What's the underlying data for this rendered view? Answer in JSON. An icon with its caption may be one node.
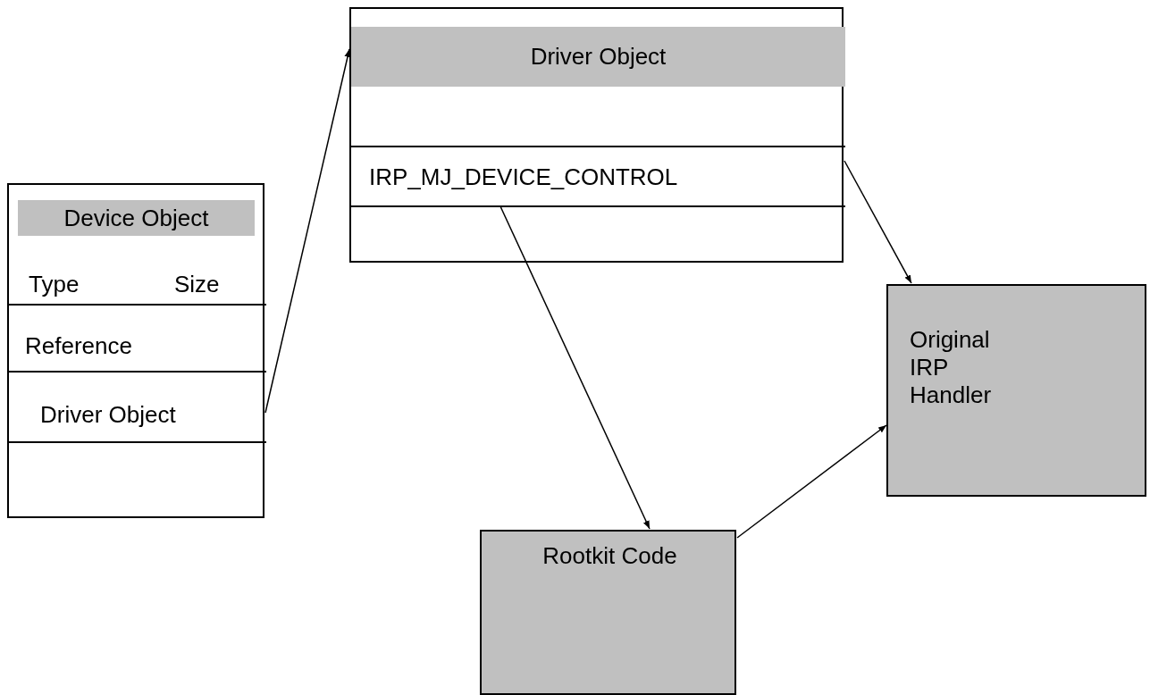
{
  "diagram": {
    "nodes": [
      {
        "text": [
          "Device Object"
        ]
      },
      {
        "text": [
          "Type",
          "Size"
        ],
        "in": 0
      },
      {
        "text": [
          "Reference"
        ],
        "in": 0
      },
      {
        "text": [
          "Driver Object"
        ],
        "in": 0
      },
      {
        "text": [
          "Driver Object"
        ]
      },
      {
        "text": [
          "IRP_MJ_DEVICE_CONTROL"
        ],
        "in": 4
      },
      {
        "text": [
          "Original IRP Handler"
        ]
      },
      {
        "text": [
          "Rootkit Code"
        ]
      }
    ],
    "edges": [
      {
        "from": 3,
        "to": 4,
        "arrow": "to"
      },
      {
        "from": 5,
        "to": 7,
        "arrow": "to"
      },
      {
        "from": 5,
        "to": 6,
        "arrow": "to"
      },
      {
        "from": 7,
        "to": 6,
        "arrow": "to"
      }
    ]
  }
}
